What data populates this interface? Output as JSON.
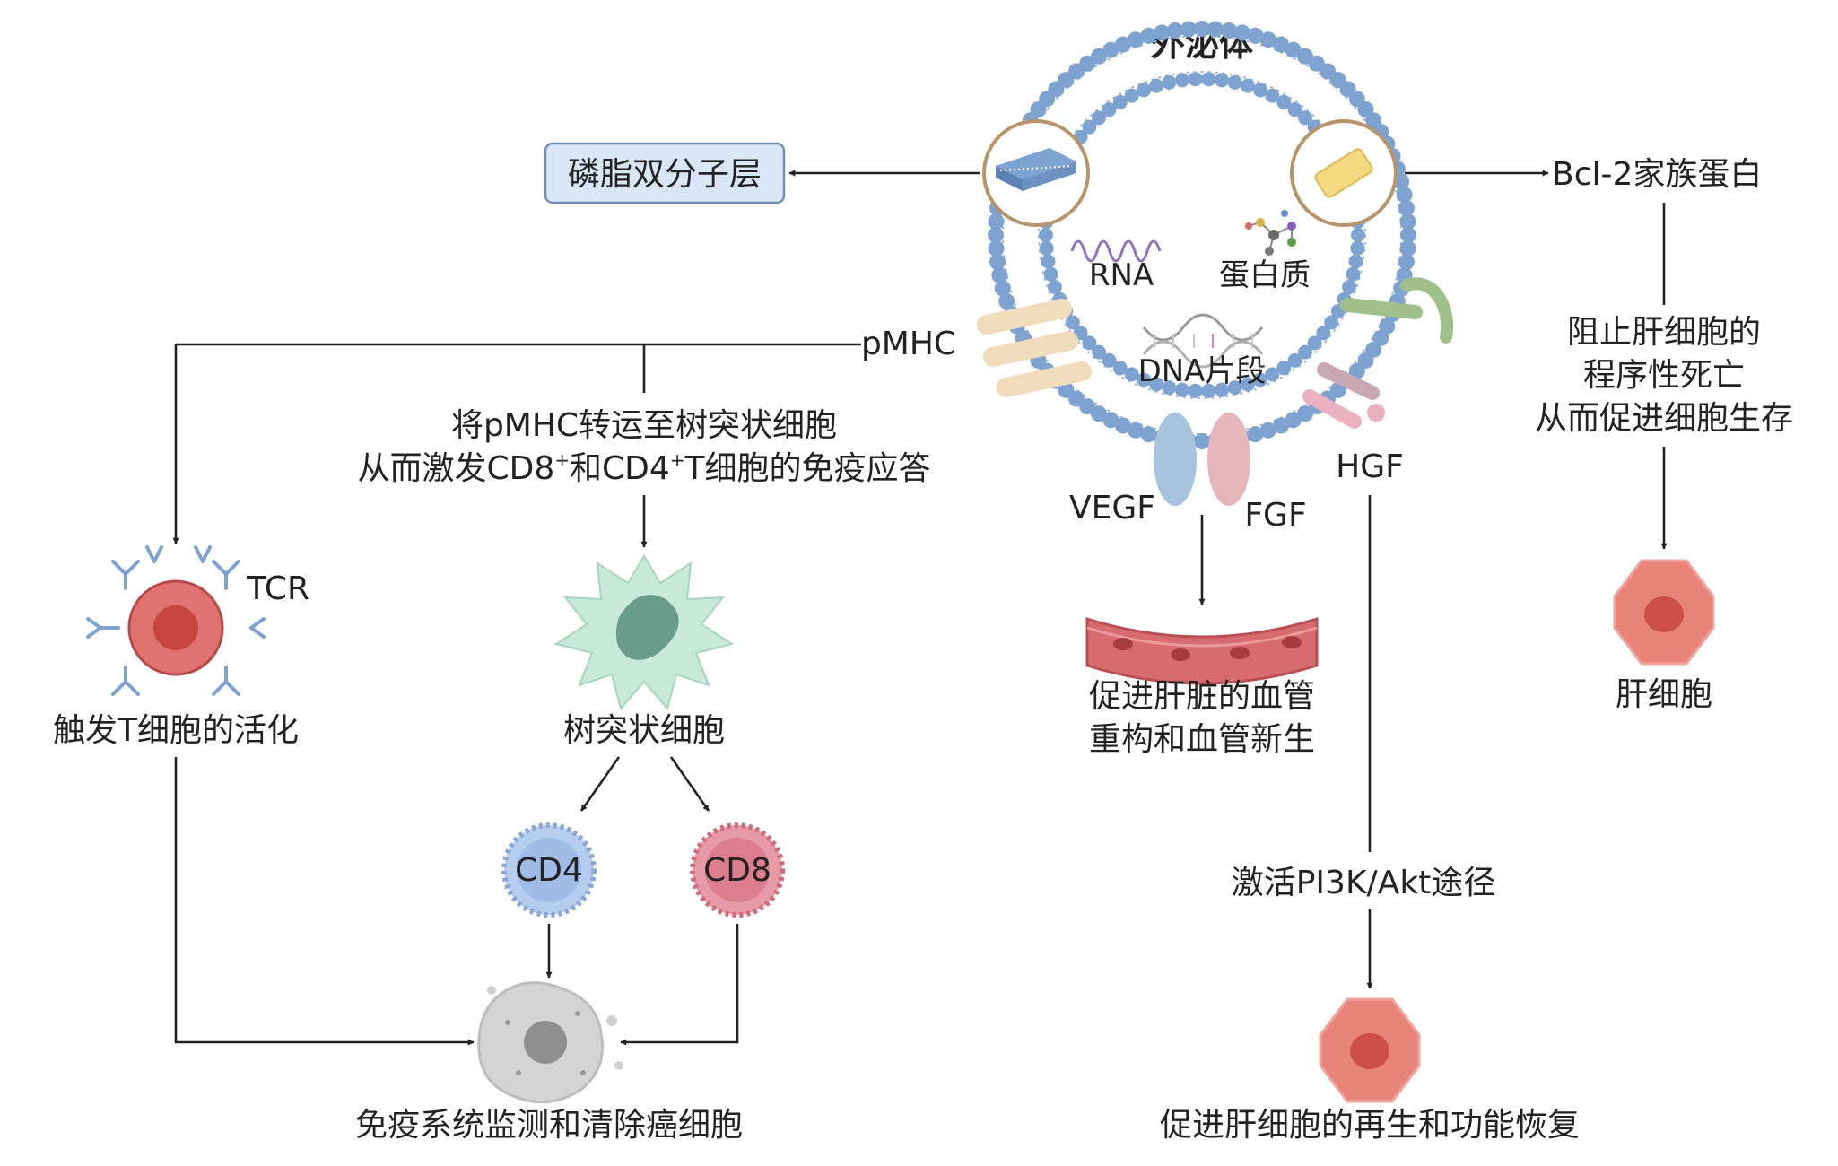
{
  "title": "外泌体",
  "labels": {
    "phospholipid": "磷脂双分子层",
    "bcl2": "Bcl-2家族蛋白",
    "rna": "RNA",
    "protein": "蛋白质",
    "dna": "DNA片段",
    "pmhc": "pMHC",
    "vegf": "VEGF",
    "fgf": "FGF",
    "hgf": "HGF",
    "tcr": "TCR",
    "transport_line1": "将pMHC转运至树突状细胞",
    "transport_line2_a": "从而激发CD8",
    "transport_line2_b": "和CD4",
    "transport_line2_c": "T细胞的免疫应答",
    "superscript_plus": "+",
    "t_activation": "触发T细胞的活化",
    "dendritic": "树突状细胞",
    "cd4": "CD4",
    "cd8": "CD8",
    "immune_surveillance": "免疫系统监测和清除癌细胞",
    "vascular_line1": "促进肝脏的血管",
    "vascular_line2": "重构和血管新生",
    "pi3k": "激活PI3K/Akt途径",
    "regeneration": "促进肝细胞的再生和功能恢复",
    "apoptosis_line1": "阻止肝细胞的",
    "apoptosis_line2": "程序性死亡",
    "apoptosis_line3": "从而促进细胞生存",
    "hepatocyte": "肝细胞"
  },
  "colors": {
    "membrane_head": "#7fa3d1",
    "membrane_tail": "#ffffff",
    "inset_border": "#b8946b",
    "label_box_fill": "#d9e6f5",
    "label_box_stroke": "#6f8fb5",
    "cd4": "#9fbbe6",
    "cd8": "#dd7e8f",
    "hepatocyte": "#e8837a",
    "tcell": "#e0726f",
    "dendritic": "#c7e8da",
    "vegf": "#a7c4df",
    "fgf": "#e5b6ba",
    "hgf_receptor": "#9fc08a",
    "vessel": "#d66c70",
    "tumor": "#c7c7c7"
  }
}
